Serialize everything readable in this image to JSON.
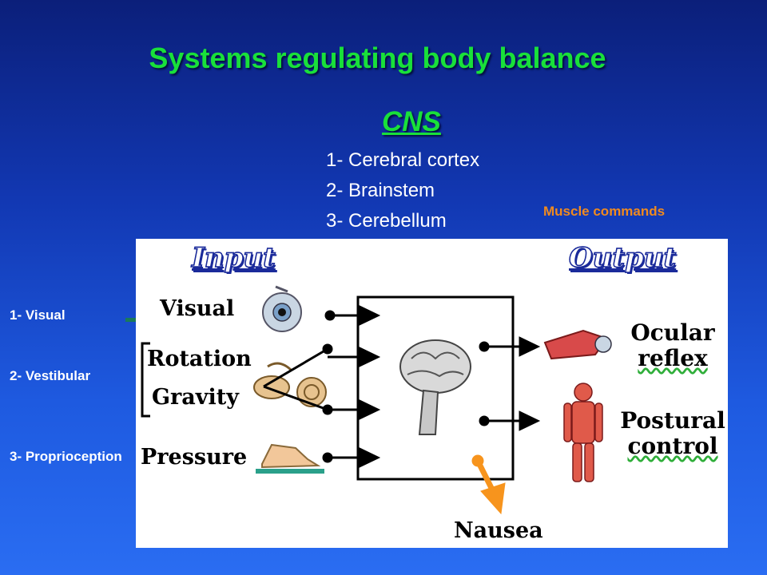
{
  "slide": {
    "title": "Systems regulating body balance",
    "cns_heading": "CNS",
    "cns_items": [
      "1- Cerebral cortex",
      "2- Brainstem",
      "3- Cerebellum"
    ],
    "muscle_commands": "Muscle commands",
    "side_labels": [
      "1- Visual",
      "2- Vestibular",
      "3- Proprioception"
    ]
  },
  "diagram": {
    "input_header": "Input",
    "output_header": "Output",
    "inputs": [
      "Visual",
      "Rotation",
      "Gravity",
      "Pressure"
    ],
    "outputs": [
      {
        "line1": "Ocular",
        "line2": "reflex"
      },
      {
        "line1": "Postural",
        "line2": "control"
      }
    ],
    "nausea": "Nausea"
  },
  "colors": {
    "title_green": "#19e03a",
    "muscle_orange": "#f08a1e",
    "arrow_orange": "#f7941d",
    "header_blue": "#1a2a9a"
  }
}
